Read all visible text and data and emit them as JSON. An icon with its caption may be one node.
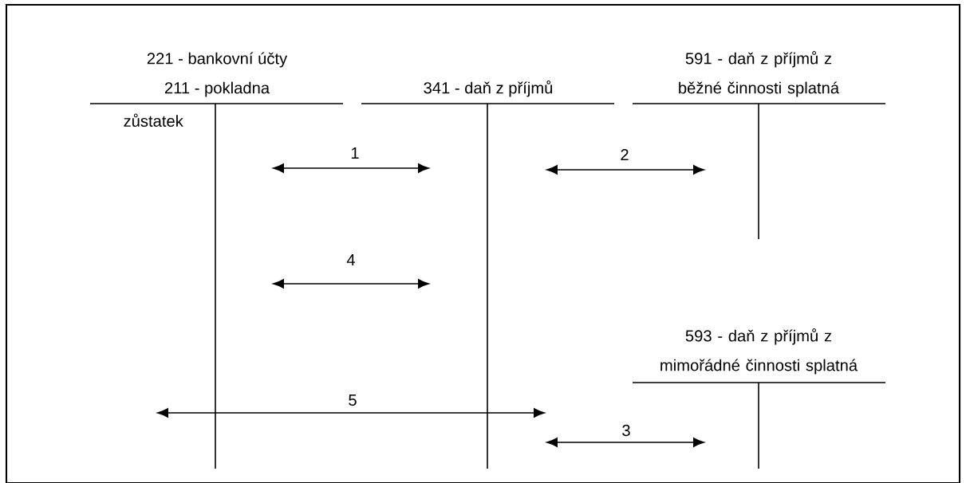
{
  "diagram": {
    "nodes": [
      {
        "text": [
          "221 - bankovní účty",
          "211 - pokladna"
        ],
        "beside": [
          "zůstatek"
        ]
      },
      {
        "text": [
          "341 - daň z příjmů"
        ]
      },
      {
        "text": [
          "591 - daň z příjmů z běžné činnosti splatná"
        ]
      },
      {
        "text": [
          "593 - daň z příjmů z mimořádné činnosti splatná"
        ]
      }
    ],
    "labels": [
      "1",
      "2",
      "4",
      "5",
      "3"
    ]
  }
}
